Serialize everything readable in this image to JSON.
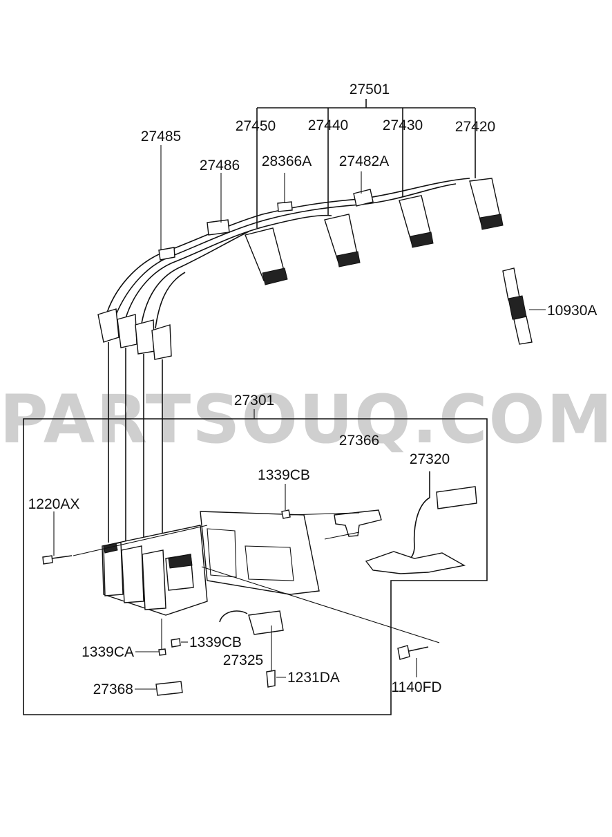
{
  "watermark": "PARTSOUQ.COM",
  "labels": {
    "l27501": "27501",
    "l27450": "27450",
    "l27440": "27440",
    "l27430": "27430",
    "l27420": "27420",
    "l27485": "27485",
    "l27486": "27486",
    "l28366A": "28366A",
    "l27482A": "27482A",
    "l10930A": "10930A",
    "l27301": "27301",
    "l27366": "27366",
    "l27320": "27320",
    "l1339CB_top": "1339CB",
    "l1220AX": "1220AX",
    "l1339CA": "1339CA",
    "l1339CB_bottom": "1339CB",
    "l27325": "27325",
    "l1231DA": "1231DA",
    "l27368": "27368",
    "l1140FD": "1140FD"
  }
}
